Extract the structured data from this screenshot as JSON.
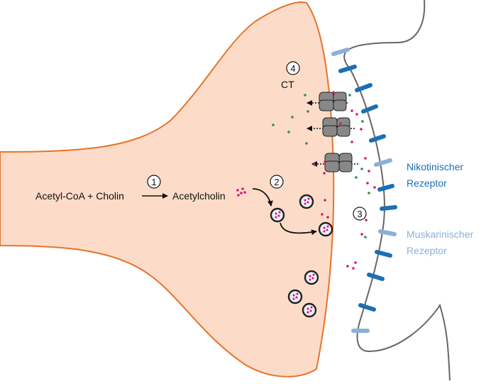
{
  "diagram": {
    "steps": {
      "s1": "1",
      "s2": "2",
      "s3": "3",
      "s4": "4"
    },
    "labels": {
      "reaction_left": "Acetyl-CoA + Cholin",
      "reaction_right": "Acetylcholin",
      "transporter": "CT",
      "nicotinic_line1": "Nikotinischer",
      "nicotinic_line2": "Rezeptor",
      "muscarinic_line1": "Muskarinischer",
      "muscarinic_line2": "Rezeptor"
    },
    "colors": {
      "terminal_fill": "#fcdcc8",
      "terminal_stroke": "#e8732a",
      "membrane": "#666666",
      "nicotinic": "#1a6fb5",
      "muscarinic": "#8bb0d8",
      "acetylcholine_dot": "#d0187c",
      "choline_dot": "#2e8b57",
      "transporter": "#888888",
      "vesicle_ring": "#222222",
      "vesicle_fill": "#eef0f7"
    }
  }
}
